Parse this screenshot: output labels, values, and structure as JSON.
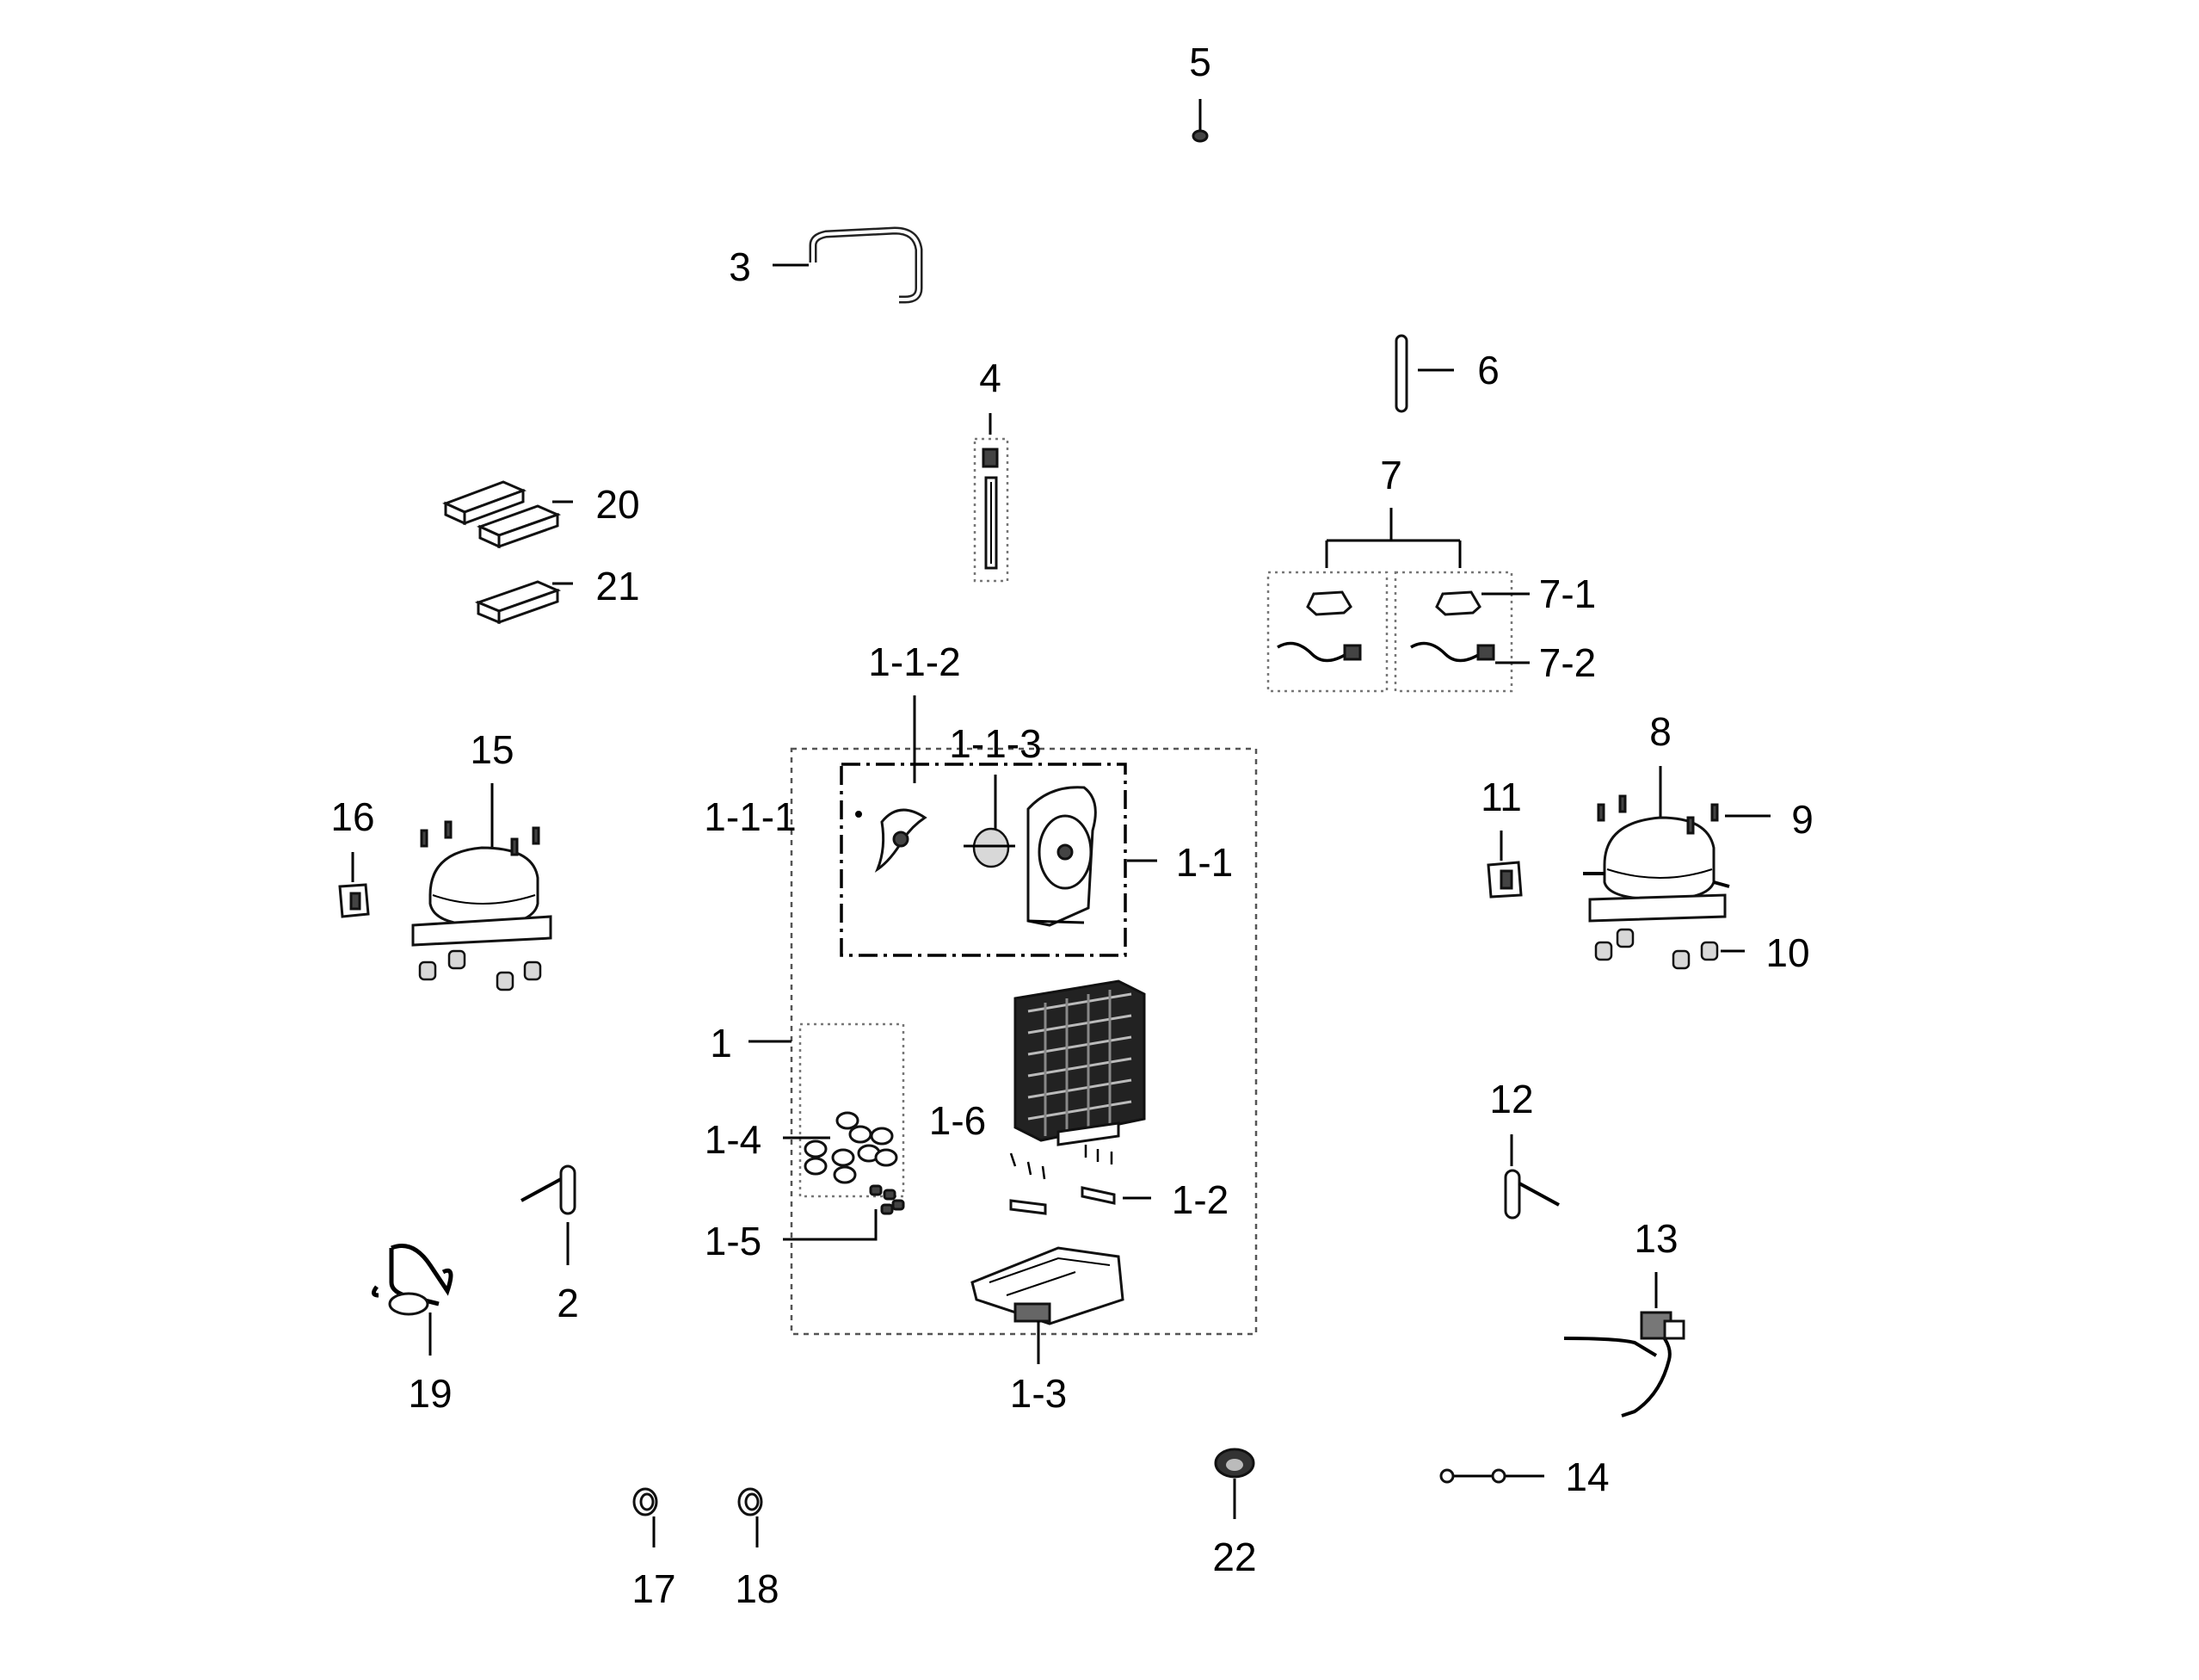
{
  "diagram": {
    "type": "exploded-parts-diagram",
    "labels": {
      "p1": "1",
      "p1_1": "1-1",
      "p1_1_1": "1-1-1",
      "p1_1_2": "1-1-2",
      "p1_1_3": "1-1-3",
      "p1_2": "1-2",
      "p1_3": "1-3",
      "p1_4": "1-4",
      "p1_5": "1-5",
      "p1_6": "1-6",
      "p2": "2",
      "p3": "3",
      "p4": "4",
      "p5": "5",
      "p6": "6",
      "p7": "7",
      "p7_1": "7-1",
      "p7_2": "7-2",
      "p8": "8",
      "p9": "9",
      "p10": "10",
      "p11": "11",
      "p12": "12",
      "p13": "13",
      "p14": "14",
      "p15": "15",
      "p16": "16",
      "p17": "17",
      "p18": "18",
      "p19": "19",
      "p20": "20",
      "p21": "21",
      "p22": "22"
    }
  }
}
